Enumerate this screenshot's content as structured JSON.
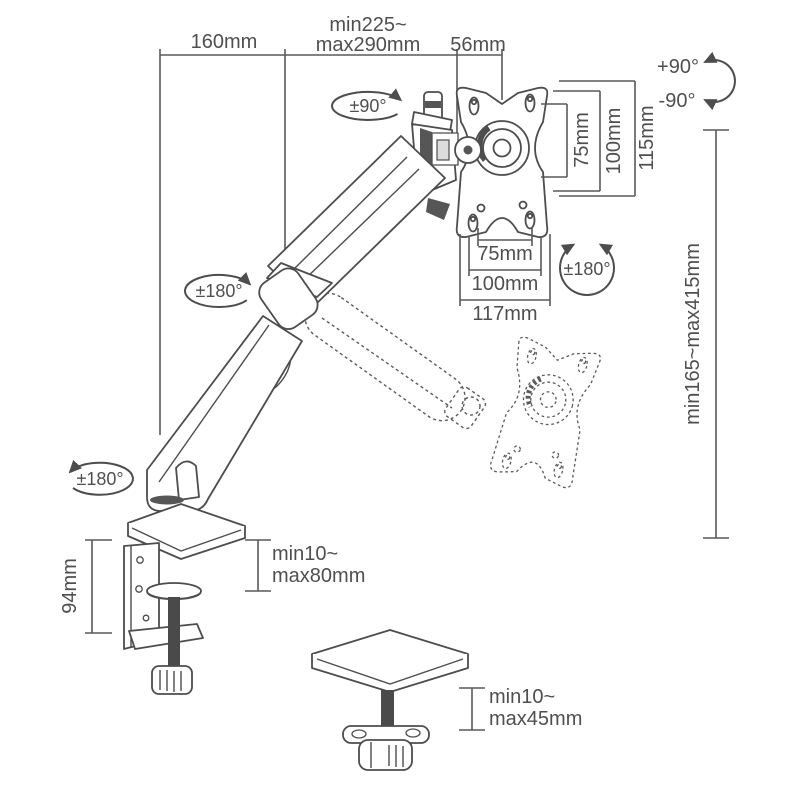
{
  "diagram": {
    "subject": "gas-spring single monitor desk mount arm dimension drawing",
    "colors": {
      "line": "#4d4d4d",
      "text": "#4f4f4f",
      "background": "#ffffff",
      "dark_fill": "#565656"
    },
    "dimensions": {
      "arm_reach": "160mm",
      "arm_extension": [
        "min225~",
        "max290mm"
      ],
      "head_depth": "56mm",
      "vesa_vertical": {
        "inner": "75mm",
        "mid": "100mm",
        "outer": "115mm"
      },
      "vesa_horizontal": {
        "inner": "75mm",
        "mid": "100mm",
        "outer": "117mm"
      },
      "height_range": "min165~max415mm",
      "clamp_bracket_height": "94mm",
      "desk_clamp_range": [
        "min10~",
        "max80mm"
      ],
      "grommet_range": [
        "min10~",
        "max45mm"
      ]
    },
    "rotations": {
      "tilt_up": "+90°",
      "tilt_down": "-90°",
      "head_swivel": "±90°",
      "vesa_rotation": "±180°",
      "elbow_swivel": "±180°",
      "base_swivel": "±180°"
    }
  }
}
